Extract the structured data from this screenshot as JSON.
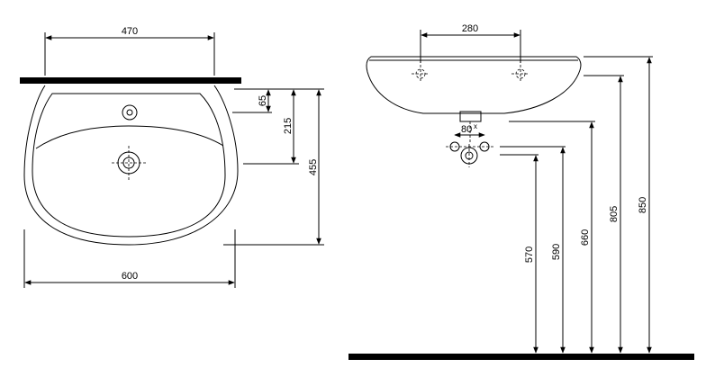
{
  "diagram": {
    "top_view": {
      "dim_width_top": "470",
      "dim_tap_hole": "65",
      "dim_drain": "215",
      "dim_depth": "455",
      "dim_width": "600"
    },
    "side_view": {
      "dim_tap_spacing": "280",
      "dim_trap_width": "80",
      "dim_trap_width_suffix": "x",
      "dim_570": "570",
      "dim_590": "590",
      "dim_660": "660",
      "dim_805": "805",
      "dim_850": "850"
    },
    "colors": {
      "line": "#000000",
      "background": "#ffffff"
    }
  }
}
